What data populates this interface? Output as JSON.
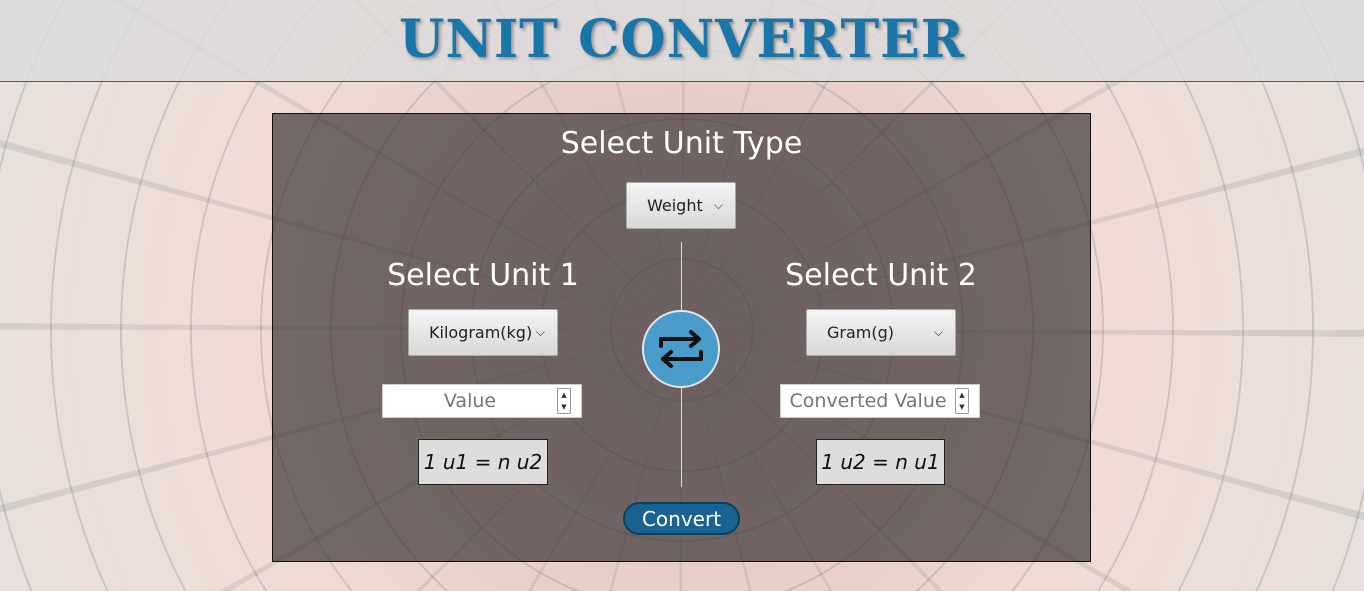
{
  "header": {
    "title": "UNIT CONVERTER"
  },
  "converter": {
    "type_heading": "Select Unit Type",
    "type_selected": "Weight",
    "unit1": {
      "heading": "Select Unit 1",
      "selected": "Kilogram(kg)",
      "value": "",
      "placeholder": "Value",
      "ratio": "1 u1 = n u2"
    },
    "unit2": {
      "heading": "Select Unit 2",
      "selected": "Gram(g)",
      "value": "",
      "placeholder": "Converted Value",
      "ratio": "1 u2 = n u1"
    },
    "swap_icon": "swap-arrows-icon",
    "convert_label": "Convert"
  },
  "colors": {
    "title": "#1a75a8",
    "swap_button": "#4a9bc9",
    "convert_button": "#1a6291"
  }
}
